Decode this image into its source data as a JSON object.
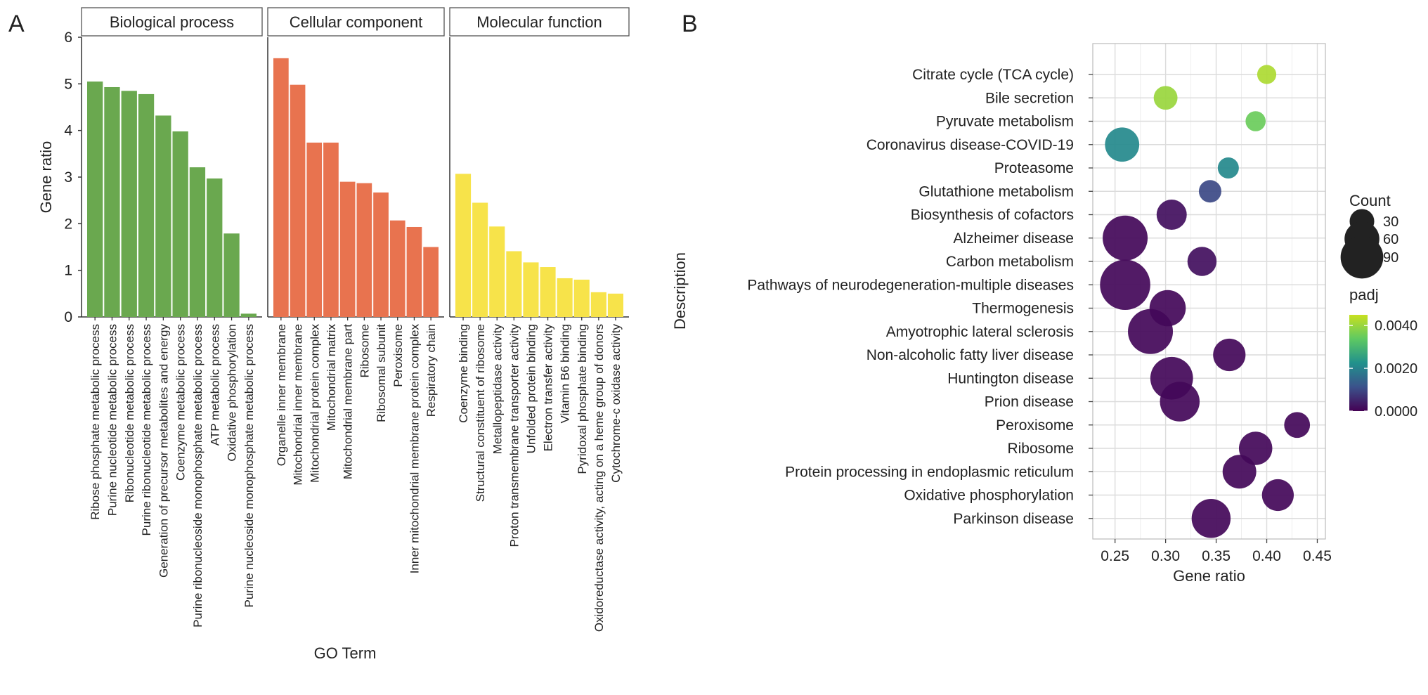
{
  "panels": {
    "a_letter": "A",
    "b_letter": "B"
  },
  "colors": {
    "biological_process": "#6aa84f",
    "cellular_component": "#e8734f",
    "molecular_function": "#f7e34a",
    "viridis_low": "#440154",
    "viridis_mid": "#21918c",
    "viridis_high": "#c8e020"
  },
  "chart_data": [
    {
      "type": "bar",
      "panel": "A",
      "xlabel": "GO Term",
      "ylabel": "Gene ratio",
      "ylim": [
        0,
        6
      ],
      "yticks": [
        0,
        1,
        2,
        3,
        4,
        5,
        6
      ],
      "grid": false,
      "facets": [
        {
          "name": "Biological process",
          "color": "#6aa84f",
          "categories": [
            "Ribose phosphate metabolic process",
            "Purine nucleotide metabolic process",
            "Ribonucleotide metabolic process",
            "Purine ribonucleotide metabolic process",
            "Generation of precursor metabolites and energy",
            "Coenzyme metabolic process",
            "Purine ribonucleoside monophosphate metabolic process",
            "ATP metabolic process",
            "Oxidative phosphorylation",
            "Purine nucleoside monophosphate metabolic process"
          ],
          "values": [
            5.05,
            4.93,
            4.85,
            4.78,
            4.32,
            3.98,
            3.21,
            2.97,
            1.79,
            0.07
          ]
        },
        {
          "name": "Cellular component",
          "color": "#e8734f",
          "categories": [
            "Organelle inner membrane",
            "Mitochondrial inner membrane",
            "Mitochondrial protein complex",
            "Mitochondrial matrix",
            "Mitochondrial membrane part",
            "Ribosome",
            "Ribosomal subunit",
            "Peroxisome",
            "Inner mitochondrial membrane protein complex",
            "Respiratory chain"
          ],
          "values": [
            5.55,
            4.98,
            3.74,
            3.74,
            2.9,
            2.87,
            2.67,
            2.07,
            1.93,
            1.5
          ]
        },
        {
          "name": "Molecular function",
          "color": "#f7e34a",
          "categories": [
            "Coenzyme binding",
            "Structural constituent of ribosome",
            "Metallopeptidase activity",
            "Proton transmembrane transporter activity",
            "Unfolded protein binding",
            "Electron transfer activity",
            "Vitamin B6 binding",
            "Pyridoxal phosphate binding",
            "Oxidoreductase activity, acting on a heme group of donors",
            "Cytochrome-c oxidase activity"
          ],
          "values": [
            3.07,
            2.45,
            1.94,
            1.41,
            1.17,
            1.07,
            0.83,
            0.8,
            0.53,
            0.5
          ]
        }
      ]
    },
    {
      "type": "scatter",
      "panel": "B",
      "xlabel": "Gene ratio",
      "ylabel": "Description",
      "xlim": [
        0.228,
        0.458
      ],
      "xticks": [
        "0.25",
        "0.30",
        "0.35",
        "0.40",
        "0.45"
      ],
      "grid": true,
      "legend_placement": "right",
      "size_legend": {
        "title": "Count",
        "values": [
          30,
          60,
          90
        ],
        "labels": [
          "30",
          "60",
          "90"
        ]
      },
      "color_legend": {
        "title": "padj",
        "scale": "viridis",
        "range": [
          0,
          0.0045
        ],
        "ticks": [
          0.0,
          0.002,
          0.004
        ],
        "tick_labels": [
          "0.0000",
          "0.0020",
          "0.0040"
        ]
      },
      "points": [
        {
          "label": "Citrate cycle (TCA cycle)",
          "x": 0.4,
          "count": 18,
          "padj": 0.0042
        },
        {
          "label": "Bile secretion",
          "x": 0.3,
          "count": 28,
          "padj": 0.004
        },
        {
          "label": "Pyruvate metabolism",
          "x": 0.389,
          "count": 20,
          "padj": 0.0035
        },
        {
          "label": "Coronavirus disease-COVID-19",
          "x": 0.257,
          "count": 58,
          "padj": 0.0021
        },
        {
          "label": "Proteasome",
          "x": 0.362,
          "count": 22,
          "padj": 0.0021
        },
        {
          "label": "Glutathione metabolism",
          "x": 0.344,
          "count": 25,
          "padj": 0.001
        },
        {
          "label": "Biosynthesis of cofactors",
          "x": 0.306,
          "count": 45,
          "padj": 0.0002
        },
        {
          "label": "Alzheimer disease",
          "x": 0.26,
          "count": 100,
          "padj": 0.0001
        },
        {
          "label": "Carbon metabolism",
          "x": 0.336,
          "count": 42,
          "padj": 0.0002
        },
        {
          "label": "Pathways of neurodegeneration-multiple diseases",
          "x": 0.26,
          "count": 125,
          "padj": 0.0001
        },
        {
          "label": "Thermogenesis",
          "x": 0.302,
          "count": 65,
          "padj": 0.0001
        },
        {
          "label": "Amyotrophic lateral sclerosis",
          "x": 0.285,
          "count": 100,
          "padj": 0.0001
        },
        {
          "label": "Non-alcoholic fatty liver disease",
          "x": 0.363,
          "count": 52,
          "padj": 0.0001
        },
        {
          "label": "Huntington disease",
          "x": 0.306,
          "count": 90,
          "padj": 0.0001
        },
        {
          "label": "Prion disease",
          "x": 0.314,
          "count": 78,
          "padj": 0.0001
        },
        {
          "label": "Peroxisome",
          "x": 0.43,
          "count": 33,
          "padj": 0.0001
        },
        {
          "label": "Ribosome",
          "x": 0.389,
          "count": 55,
          "padj": 0.0001
        },
        {
          "label": "Protein processing in endoplasmic reticulum",
          "x": 0.373,
          "count": 56,
          "padj": 0.0001
        },
        {
          "label": "Oxidative phosphorylation",
          "x": 0.411,
          "count": 50,
          "padj": 0.0001
        },
        {
          "label": "Parkinson disease",
          "x": 0.345,
          "count": 75,
          "padj": 0.0001
        }
      ]
    }
  ]
}
